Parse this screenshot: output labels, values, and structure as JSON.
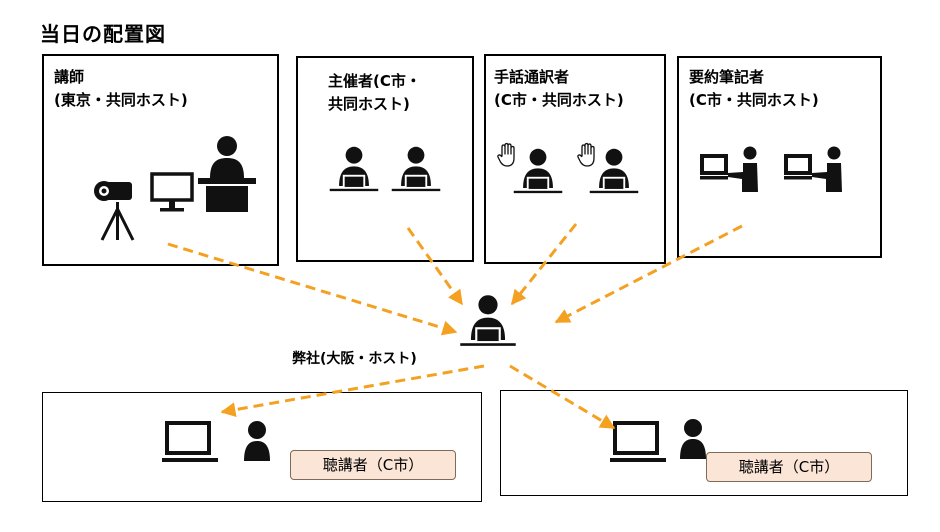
{
  "title": "当日の配置図",
  "boxes": {
    "lecturer": {
      "line1": "講師",
      "line2": "(東京・共同ホスト)"
    },
    "organizer": {
      "line1": "主催者(C市・",
      "line2": "共同ホスト)"
    },
    "sign_interpreter": {
      "line1": "手話通訳者",
      "line2": "(C市・共同ホスト)"
    },
    "summary_writer": {
      "line1": "要約筆記者",
      "line2": "(C市・共同ホスト)"
    }
  },
  "hub": {
    "label": "弊社(大阪・ホスト)"
  },
  "audience": {
    "left_badge": "聴講者（C市）",
    "right_badge": "聴講者（C市）"
  },
  "colors": {
    "arrow": "#f4a021",
    "badge_fill": "#fbe5d6",
    "icon": "#111111"
  },
  "icons": [
    "video-camera-icon",
    "monitor-icon",
    "podium-speaker-icon",
    "person-at-laptop-icon",
    "raised-hand-icon",
    "person-typing-icon",
    "laptop-icon",
    "person-icon"
  ]
}
